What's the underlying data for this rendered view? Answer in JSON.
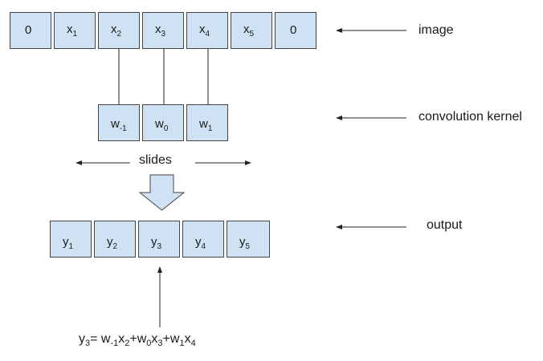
{
  "image_row": [
    {
      "base": "0",
      "sub": ""
    },
    {
      "base": "x",
      "sub": "1"
    },
    {
      "base": "x",
      "sub": "2"
    },
    {
      "base": "x",
      "sub": "3"
    },
    {
      "base": "x",
      "sub": "4"
    },
    {
      "base": "x",
      "sub": "5"
    },
    {
      "base": "0",
      "sub": ""
    }
  ],
  "kernel_row": [
    {
      "base": "w",
      "sub": "-1"
    },
    {
      "base": "w",
      "sub": "0"
    },
    {
      "base": "w",
      "sub": "1"
    }
  ],
  "output_row": [
    {
      "base": "y",
      "sub": "1"
    },
    {
      "base": "y",
      "sub": "2"
    },
    {
      "base": "y",
      "sub": "3"
    },
    {
      "base": "y",
      "sub": "4"
    },
    {
      "base": "y",
      "sub": "5"
    }
  ],
  "labels": {
    "image": "image",
    "kernel": "convolution kernel",
    "output": "output",
    "slides": "slides"
  },
  "formula": {
    "lhs": {
      "base": "y",
      "sub": "3"
    },
    "eq": "= ",
    "terms": [
      {
        "w_sub": "-1",
        "x_sub": "2"
      },
      {
        "w_sub": "0",
        "x_sub": "3"
      },
      {
        "w_sub": "1",
        "x_sub": "4"
      }
    ],
    "w": "w",
    "x": "x",
    "plus": "+"
  },
  "colors": {
    "box_fill": "#cfe2f3",
    "box_border": "#444444",
    "arrow_fill": "#cfe2f3"
  }
}
